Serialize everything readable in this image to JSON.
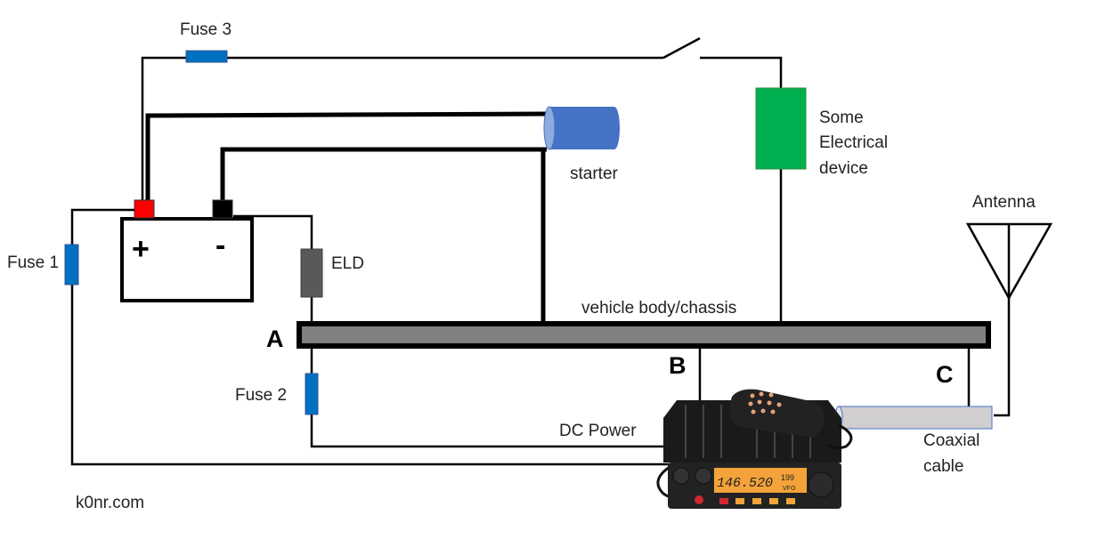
{
  "labels": {
    "fuse1": "Fuse 1",
    "fuse2": "Fuse 2",
    "fuse3": "Fuse 3",
    "starter": "starter",
    "device_line1": "Some",
    "device_line2": "Electrical",
    "device_line3": "device",
    "antenna": "Antenna",
    "eld": "ELD",
    "chassis": "vehicle body/chassis",
    "point_a": "A",
    "point_b": "B",
    "point_c": "C",
    "dc_power": "DC Power",
    "coax_line1": "Coaxial",
    "coax_line2": "cable",
    "battery_plus": "+",
    "battery_minus": "-",
    "credit": "k0nr.com"
  },
  "radio": {
    "display_freq": "146.520",
    "display_channel": "199",
    "display_mode": "VFO"
  },
  "colors": {
    "fuse": "#0070c0",
    "starter": "#4472c4",
    "device": "#00b050",
    "eld": "#595959",
    "chassis": "#808080",
    "positive_terminal": "#ff0000",
    "negative_terminal": "#000000",
    "coax": "#d0cece"
  }
}
